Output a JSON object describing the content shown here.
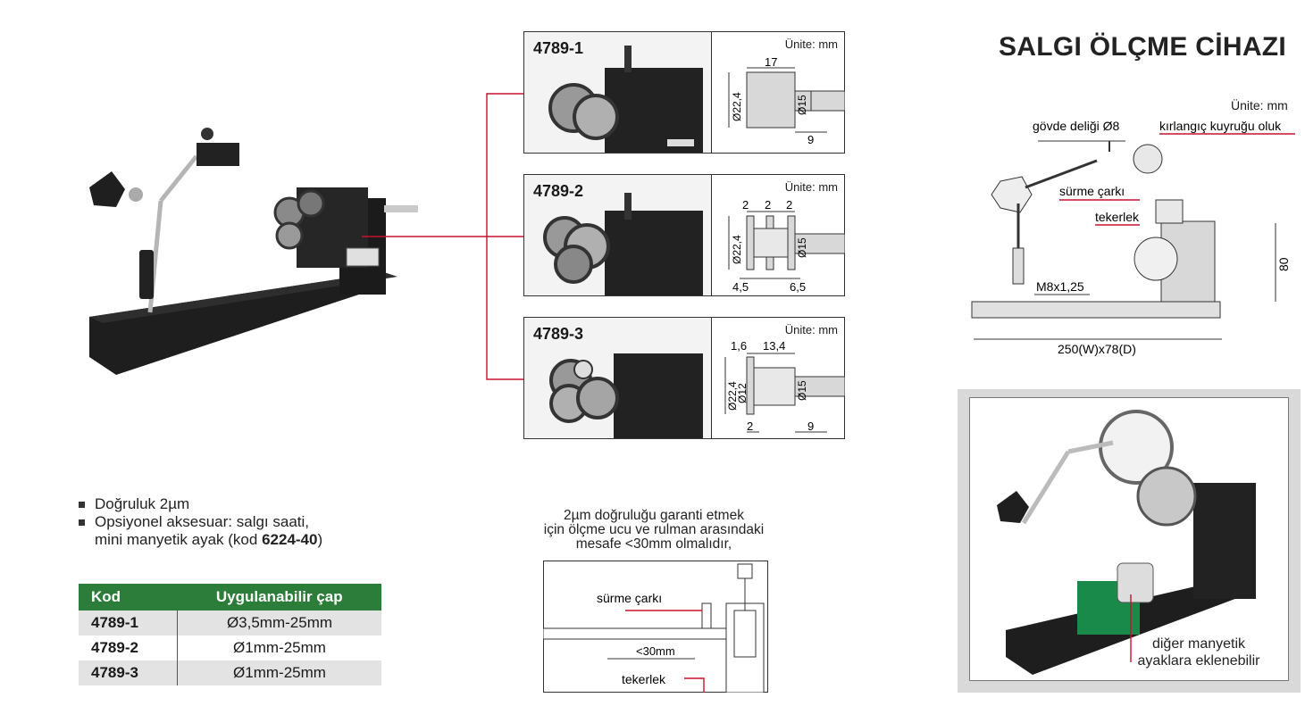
{
  "title": "SALGI ÖLÇME CİHAZI",
  "unit_label": "Ünite: mm",
  "variants": [
    {
      "code": "4789-1",
      "unit": "Ünite: mm",
      "dims": {
        "top": "17",
        "dia_left": "Ø22,4",
        "dia_shaft": "Ø15",
        "bottom": "9"
      }
    },
    {
      "code": "4789-2",
      "unit": "Ünite: mm",
      "dims": {
        "top_a": "2",
        "top_b": "2",
        "top_c": "2",
        "dia_left": "Ø22,4",
        "dia_shaft": "Ø15",
        "bottom_a": "4,5",
        "bottom_b": "6,5"
      }
    },
    {
      "code": "4789-3",
      "unit": "Ünite: mm",
      "dims": {
        "top_a": "1,6",
        "top_b": "13,4",
        "dia_left": "Ø22,4",
        "dia_inner": "Ø12",
        "dia_shaft": "Ø15",
        "bottom_a": "2",
        "bottom_b": "9"
      }
    }
  ],
  "bullets": [
    {
      "text": "Doğruluk 2µm"
    },
    {
      "line1": "Opsiyonel aksesuar: salgı saati,",
      "line2_pre": "mini manyetik ayak (kod ",
      "line2_code": "6224-40",
      "line2_post": ")"
    }
  ],
  "table": {
    "headers": [
      "Kod",
      "Uygulanabilir çap"
    ],
    "rows": [
      [
        "4789-1",
        "Ø3,5mm-25mm"
      ],
      [
        "4789-2",
        "Ø1mm-25mm"
      ],
      [
        "4789-3",
        "Ø1mm-25mm"
      ]
    ]
  },
  "note": {
    "line1": "2µm doğruluğu garanti etmek",
    "line2": "için ölçme ucu ve rulman arasındaki",
    "line3": "mesafe <30mm olmalıdır,"
  },
  "small_diagram": {
    "label_wheel": "sürme çarkı",
    "label_distance": "<30mm",
    "label_roller": "tekerlek"
  },
  "side_diagram": {
    "label_hole": "gövde deliği Ø8",
    "label_dovetail": "kırlangıç kuyruğu oluk",
    "label_wheel": "sürme çarkı",
    "label_roller": "tekerlek",
    "label_thread": "M8x1,25",
    "label_height": "80",
    "label_size": "250(W)x78(D)"
  },
  "panel_caption": {
    "line1": "diğer manyetik",
    "line2": "ayaklara eklenebilir"
  },
  "colors": {
    "accent_red": "#c8102e",
    "header_green": "#2d7d3a"
  }
}
